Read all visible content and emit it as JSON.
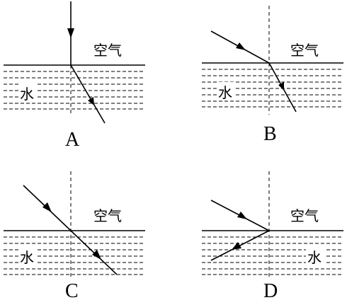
{
  "panels": {
    "A": {
      "letter": "A",
      "air_label": "空气",
      "water_label": "水"
    },
    "B": {
      "letter": "B",
      "air_label": "空气",
      "water_label": "水"
    },
    "C": {
      "letter": "C",
      "air_label": "空气",
      "water_label": "水"
    },
    "D": {
      "letter": "D",
      "air_label": "空气",
      "water_label": "水"
    }
  },
  "colors": {
    "ink": "#000000",
    "background": "#ffffff"
  }
}
